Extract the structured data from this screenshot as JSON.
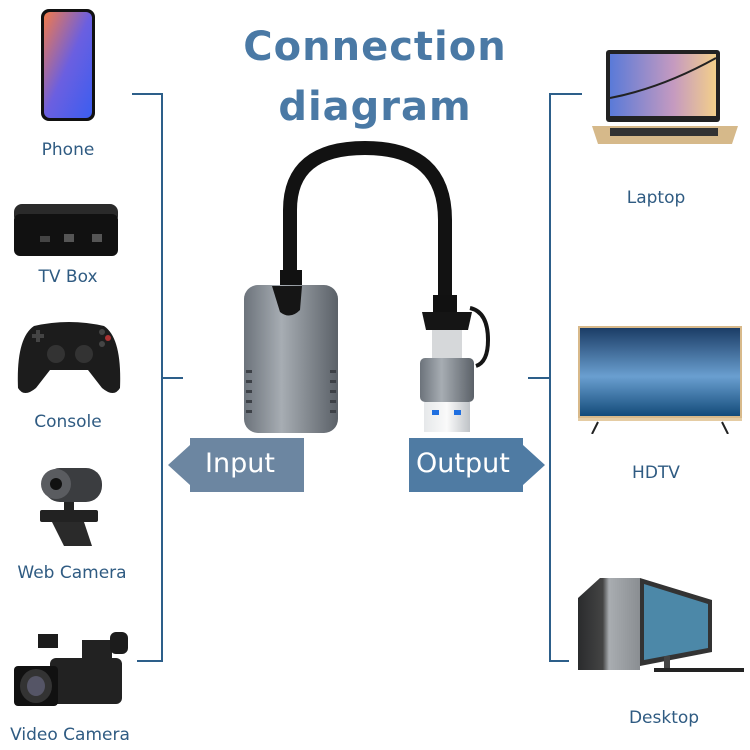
{
  "title": {
    "line1": "Connection",
    "line2": "diagram"
  },
  "inputs": [
    {
      "label": "Phone",
      "icon": "phone-icon"
    },
    {
      "label": "TV Box",
      "icon": "tv-box-icon"
    },
    {
      "label": "Console",
      "icon": "game-controller-icon"
    },
    {
      "label": "Web Camera",
      "icon": "web-camera-icon"
    },
    {
      "label": "Video Camera",
      "icon": "video-camera-icon"
    }
  ],
  "outputs": [
    {
      "label": "Laptop",
      "icon": "laptop-icon"
    },
    {
      "label": "HDTV",
      "icon": "hdtv-icon"
    },
    {
      "label": "Desktop",
      "icon": "desktop-computer-icon"
    }
  ],
  "arrows": {
    "input": "Input",
    "output": "Output"
  },
  "colors": {
    "title": "#4a79a5",
    "label": "#2f5b82",
    "line": "#2d5f8a",
    "input_arrow": "#6c86a1",
    "output_arrow": "#4f7ba3"
  }
}
